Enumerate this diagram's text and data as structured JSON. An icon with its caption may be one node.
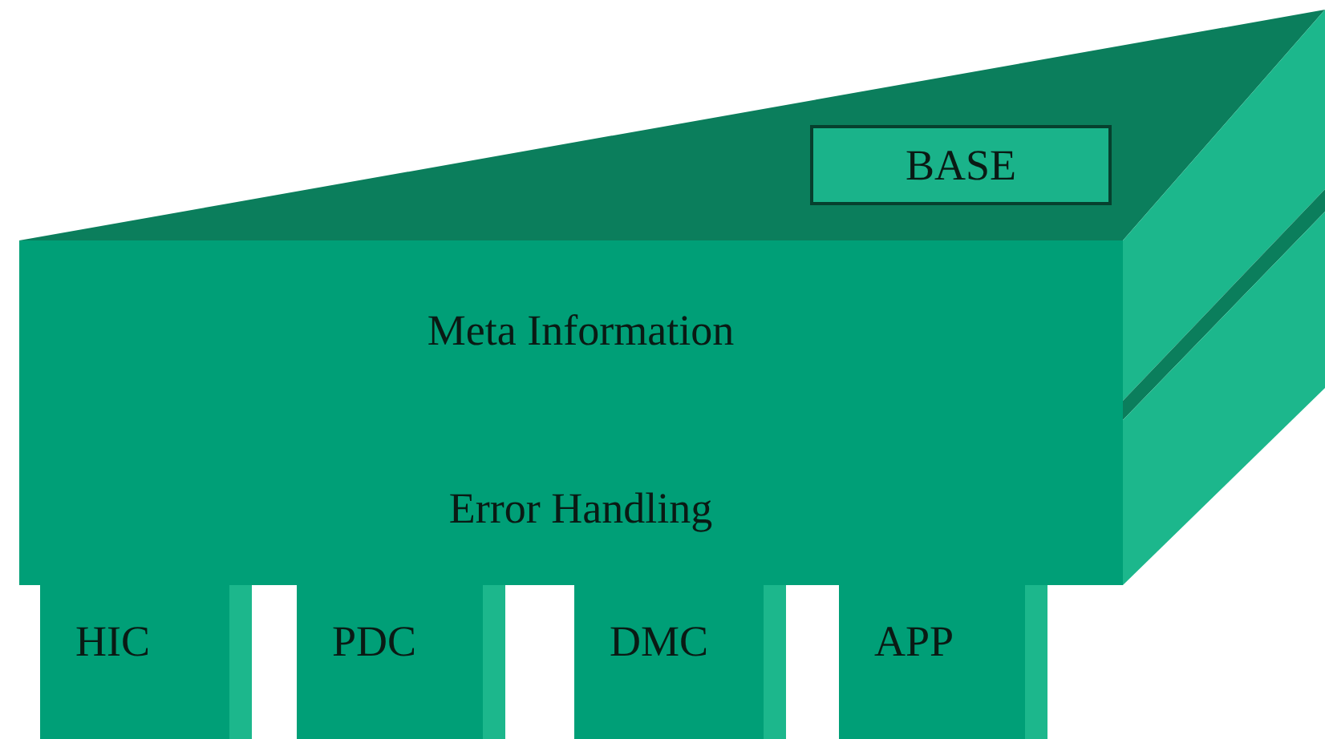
{
  "diagram": {
    "nodes": [
      {
        "text": [
          "BASE"
        ]
      },
      {
        "text": [
          "Meta Information"
        ]
      },
      {
        "text": [
          "Error Handling"
        ]
      },
      {
        "text": [
          "HIC"
        ]
      },
      {
        "text": [
          "PDC"
        ]
      },
      {
        "text": [
          "DMC"
        ]
      },
      {
        "text": [
          "APP"
        ]
      }
    ]
  }
}
